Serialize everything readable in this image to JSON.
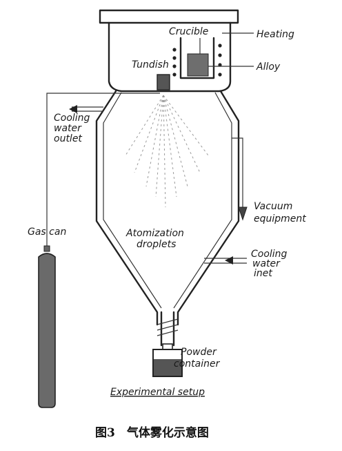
{
  "labels": {
    "crucible": "Crucible",
    "heating": "Heating",
    "tundish": "Tundish",
    "alloy": "Alloy",
    "cooling_outlet": [
      "Cooling",
      "water",
      "outlet"
    ],
    "vacuum": [
      "Vacuum",
      "equipment"
    ],
    "gas_can": "Gas can",
    "atomization": [
      "Atomization",
      "droplets"
    ],
    "cooling_inlet": [
      "Cooling",
      "water",
      "inet"
    ],
    "powder": [
      "Powder",
      "container"
    ],
    "setup": "Experimental setup"
  },
  "caption": "图3　气体雾化示意图"
}
